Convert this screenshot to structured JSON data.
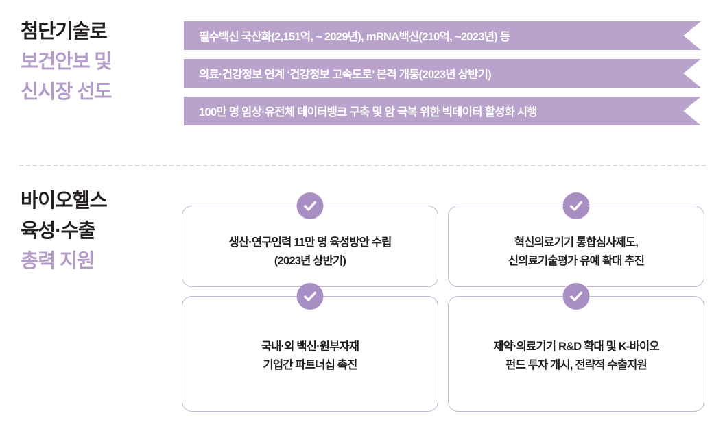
{
  "colors": {
    "banner_fill": "#b9a3cd",
    "heading_dark": "#231f20",
    "heading_purple": "#b49cc9",
    "card_border": "#c7b3d6",
    "check_badge": "#a98ec4",
    "divider": "#d9d9dc"
  },
  "sections": [
    {
      "heading": {
        "line1": "첨단기술로",
        "line2": "보건안보 및",
        "line3": "신시장 선도"
      },
      "banners": [
        {
          "label": "필수백신 국산화(2,151억, ~ 2029년), mRNA백신(210억, ~2023년) 등"
        },
        {
          "label": "의료·건강정보 연계 ‘건강정보 고속도로’ 본격 개통(2023년 상반기)"
        },
        {
          "label": "100만 명 임상·유전체 데이터뱅크 구축 및 암 극복 위한 빅데이터 활성화 시행"
        }
      ]
    },
    {
      "heading": {
        "line1": "바이오헬스",
        "line2": "육성·수출",
        "line3": "총력 지원"
      },
      "cards": [
        {
          "icon": "check-circle-icon",
          "label": "생산·연구인력 11만 명 육성방안 수립\n(2023년 상반기)"
        },
        {
          "icon": "check-circle-icon",
          "label": "혁신의료기기 통합심사제도,\n신의료기술평가 유예 확대 추진"
        },
        {
          "icon": "check-circle-icon",
          "label": "국내·외 백신·원부자재\n기업간 파트너십 촉진"
        },
        {
          "icon": "check-circle-icon",
          "label": "제약·의료기기 R&D 확대 및 K-바이오\n펀드 투자 개시, 전략적 수출지원"
        }
      ]
    }
  ]
}
